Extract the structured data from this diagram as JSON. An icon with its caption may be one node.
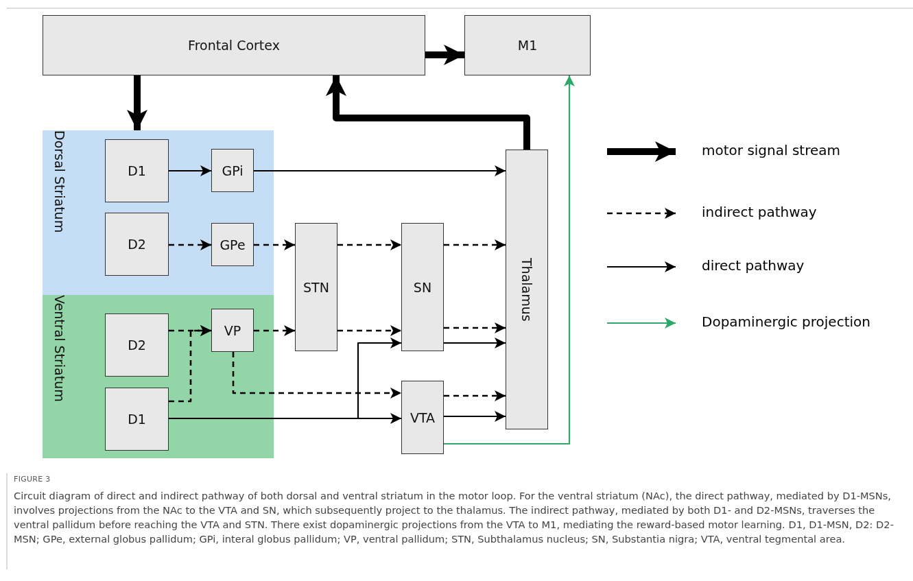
{
  "diagram": {
    "title": "FIGURE 3",
    "caption": "Circuit diagram of direct and indirect pathway of both dorsal and ventral striatum in the motor loop. For the ventral striatum (NAc), the direct pathway, mediated by D1-MSNs, involves projections from the NAc to the VTA and SN, which subsequently project to the thalamus. The indirect pathway, mediated by both D1- and D2-MSNs, traverses the ventral pallidum before reaching the VTA and STN. There exist dopaminergic projections from the VTA to M1, mediating the reward-based motor learning. D1, D1-MSN, D2: D2-MSN; GPe, external globus pallidum; GPi, interal globus pallidum; VP, ventral pallidum; STN, Subthalamus nucleus; SN, Substantia nigra; VTA, ventral tegmental area.",
    "nodes": [
      {
        "text": [
          "Frontal Cortex"
        ]
      },
      {
        "text": [
          "M1"
        ]
      },
      {
        "text": [
          "Dorsal Striatum"
        ]
      },
      {
        "text": [
          "D1"
        ],
        "in": 2
      },
      {
        "text": [
          "GPi"
        ],
        "in": 2
      },
      {
        "text": [
          "D2"
        ],
        "in": 2
      },
      {
        "text": [
          "GPe"
        ],
        "in": 2
      },
      {
        "text": [
          "Ventral Striatum"
        ]
      },
      {
        "text": [
          "D2"
        ],
        "in": 7
      },
      {
        "text": [
          "VP"
        ],
        "in": 7
      },
      {
        "text": [
          "D1"
        ],
        "in": 7
      },
      {
        "text": [
          "STN"
        ]
      },
      {
        "text": [
          "SN"
        ]
      },
      {
        "text": [
          "VTA"
        ]
      },
      {
        "text": [
          "Thalamus"
        ]
      }
    ],
    "edges": [
      {
        "from": 0,
        "to": 2,
        "arrow": "to",
        "style": "thick"
      },
      {
        "from": 0,
        "to": 1,
        "arrow": "to",
        "style": "thick"
      },
      {
        "from": 14,
        "to": 0,
        "arrow": "to",
        "style": "thick"
      },
      {
        "from": 3,
        "to": 4,
        "arrow": "to"
      },
      {
        "from": 4,
        "to": 14,
        "arrow": "to"
      },
      {
        "from": 5,
        "to": 6,
        "arrow": "to",
        "style": "dashed"
      },
      {
        "from": 6,
        "to": 11,
        "arrow": "to",
        "style": "dashed"
      },
      {
        "from": 11,
        "to": 12,
        "arrow": "to",
        "style": "dashed"
      },
      {
        "from": 12,
        "to": 14,
        "arrow": "to",
        "style": "dashed"
      },
      {
        "from": 8,
        "to": 9,
        "arrow": "to",
        "style": "dashed"
      },
      {
        "from": 10,
        "to": 9,
        "arrow": "to",
        "style": "dashed"
      },
      {
        "from": 9,
        "to": 11,
        "arrow": "to",
        "style": "dashed"
      },
      {
        "from": 11,
        "to": 12,
        "arrow": "to",
        "style": "dashed"
      },
      {
        "from": 9,
        "to": 13,
        "arrow": "to",
        "style": "dashed"
      },
      {
        "from": 10,
        "to": 12,
        "arrow": "to"
      },
      {
        "from": 10,
        "to": 13,
        "arrow": "to"
      },
      {
        "from": 12,
        "to": 14,
        "arrow": "to",
        "style": "dashed"
      },
      {
        "from": 12,
        "to": 14,
        "arrow": "to"
      },
      {
        "from": 13,
        "to": 14,
        "arrow": "to",
        "style": "dashed"
      },
      {
        "from": 13,
        "to": 14,
        "arrow": "to"
      },
      {
        "from": 13,
        "to": 1,
        "arrow": "to",
        "color": "#2ca86b"
      }
    ],
    "legend": [
      {
        "text": "motor signal stream"
      },
      {
        "text": "indirect pathway"
      },
      {
        "text": "direct pathway"
      },
      {
        "text": "Dopaminergic projection"
      }
    ]
  }
}
